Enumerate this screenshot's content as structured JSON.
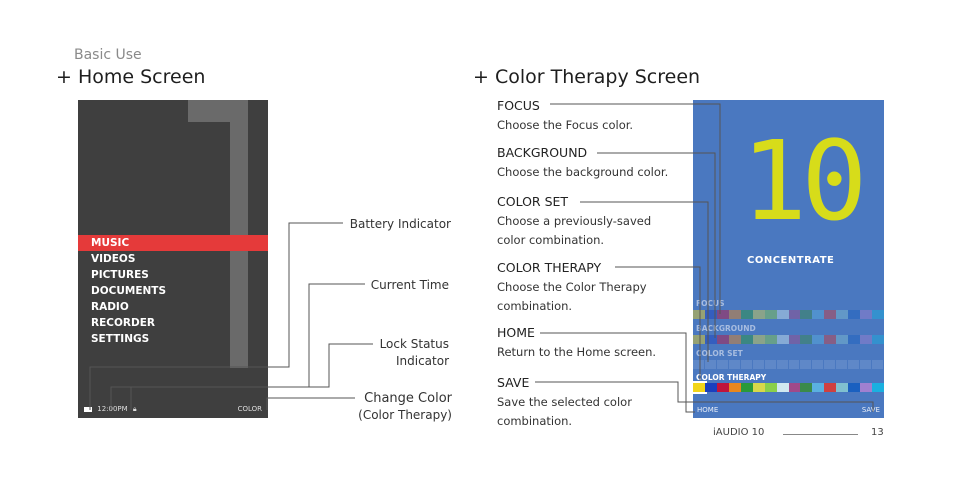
{
  "header": {
    "section": "Basic Use"
  },
  "home": {
    "heading": "+ Home Screen",
    "menu": [
      "MUSIC",
      "VIDEOS",
      "PICTURES",
      "DOCUMENTS",
      "RADIO",
      "RECORDER",
      "SETTINGS"
    ],
    "selected": "MUSIC",
    "status_time": "12:00PM",
    "status_right": "COLOR",
    "callouts": {
      "battery": "Battery Indicator",
      "time": "Current Time",
      "lock_line1": "Lock Status",
      "lock_line2": "Indicator",
      "change": "Change Color",
      "change_sub": "(Color Therapy)"
    }
  },
  "color_therapy": {
    "heading": "+ Color Therapy Screen",
    "big_number": "10",
    "mood": "CONCENTRATE",
    "row_labels": {
      "focus": "FOCUS",
      "background": "BACKGROUND",
      "color_set": "COLOR SET",
      "therapy": "COLOR THERAPY"
    },
    "footer_left": "HOME",
    "footer_right": "SAVE",
    "items": [
      {
        "title": "FOCUS",
        "desc": "Choose the Focus color."
      },
      {
        "title": "BACKGROUND",
        "desc": "Choose the background color."
      },
      {
        "title": "COLOR SET",
        "desc": "Choose a previously-saved color combination."
      },
      {
        "title": "COLOR THERAPY",
        "desc": "Choose the Color Therapy combination."
      },
      {
        "title": "HOME",
        "desc": "Return to the Home screen."
      },
      {
        "title": "SAVE",
        "desc": "Save the selected color combination."
      }
    ],
    "palette": [
      "#f2d51a",
      "#1a3fbf",
      "#c0143c",
      "#e8871e",
      "#2a9a3a",
      "#d8d84a",
      "#8ad04a",
      "#d0e8f0",
      "#a04a8a",
      "#3a8a4a",
      "#5ab0e0",
      "#d04040",
      "#80c0d0",
      "#1a60c0",
      "#a080d0",
      "#1ab0e0"
    ]
  },
  "footer": {
    "brand": "iAUDIO 10",
    "page": "13"
  },
  "colors": {
    "accent_red": "#e53a3a",
    "ct_blue": "#4a78c0",
    "ct_yellow": "#d7dc1a",
    "home_bg": "#3f3f3f"
  }
}
